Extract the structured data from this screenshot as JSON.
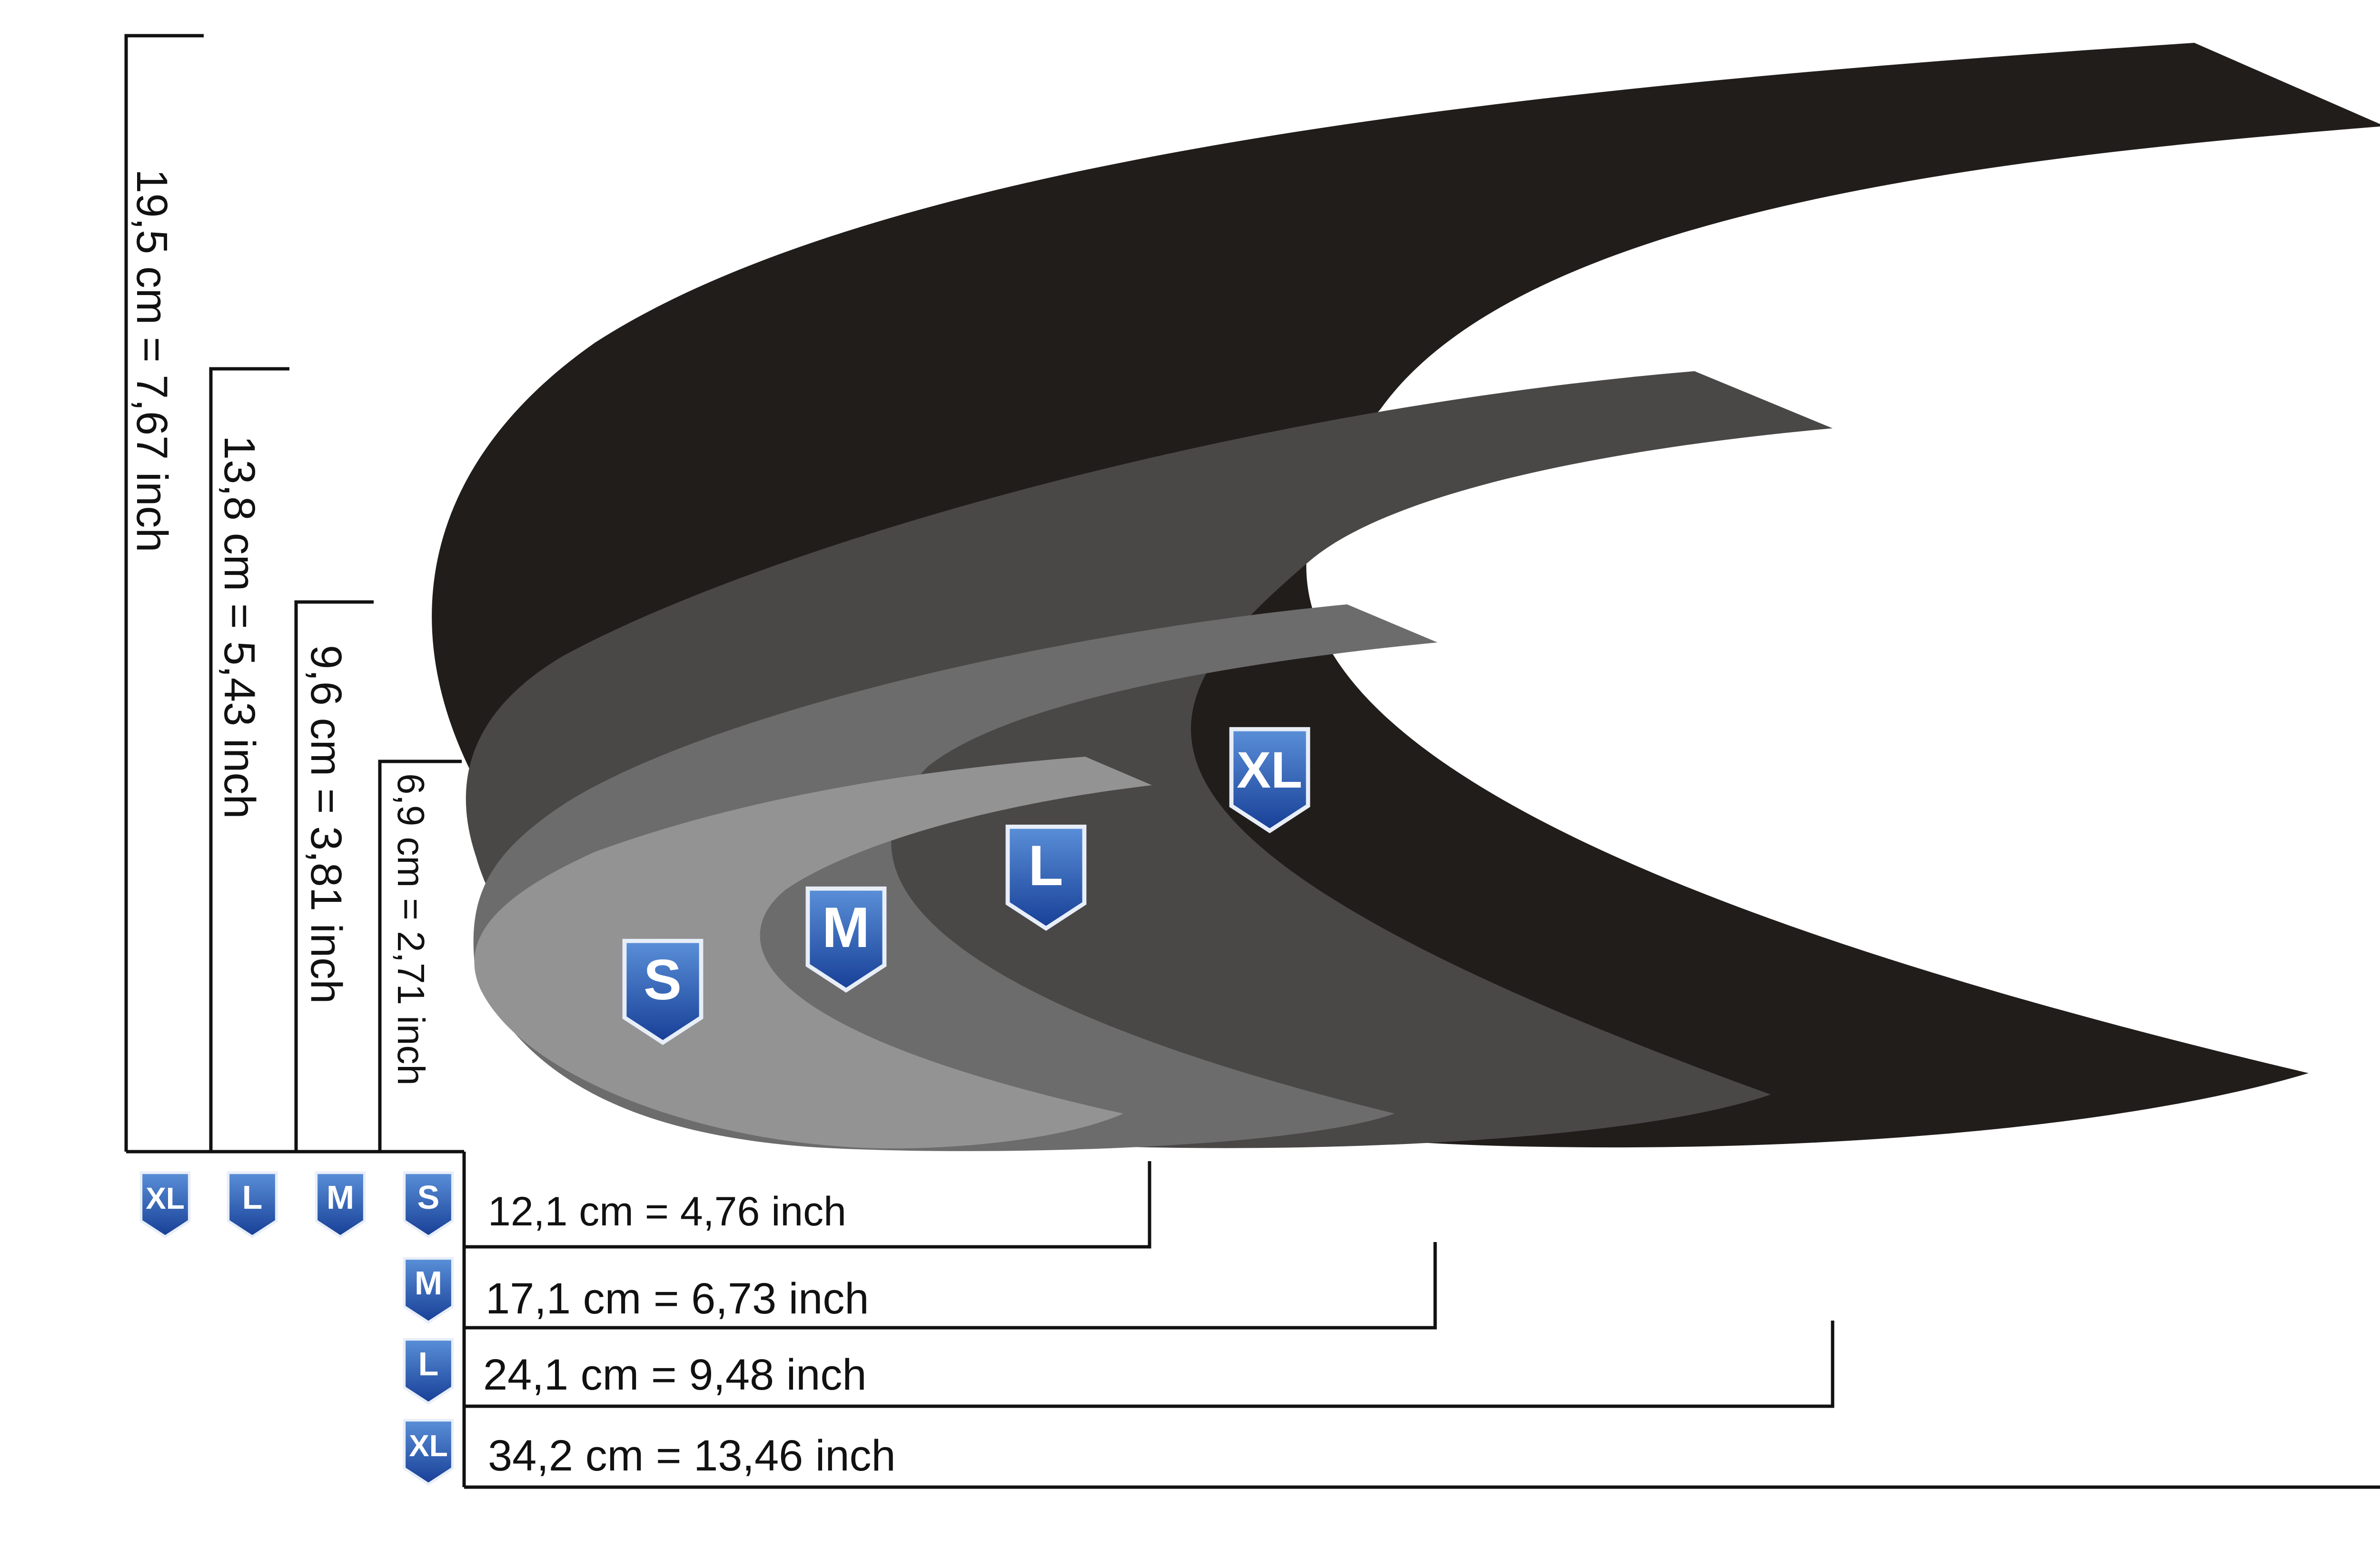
{
  "colors": {
    "xl": "#211d1b",
    "l": "#4a4747",
    "m": "#6d6c6c",
    "s": "#939393",
    "badge_top": "#5a8fd8",
    "badge_bottom": "#173f96",
    "badge_border": "#e8eef8",
    "line": "#111111",
    "background": "#ffffff"
  },
  "icon": "shield-badge",
  "sizes": [
    {
      "id": "xl",
      "label": "XL",
      "height": "19,5  cm = 7,67 inch",
      "length": "34,2 cm = 13,46 inch"
    },
    {
      "id": "l",
      "label": "L",
      "height": "13,8  cm = 5,43 inch",
      "length": "24,1 cm = 9,48 inch"
    },
    {
      "id": "m",
      "label": "M",
      "height": "9,6  cm = 3,81 inch",
      "length": "17,1 cm = 6,73 inch"
    },
    {
      "id": "s",
      "label": "S",
      "height": "6,9  cm = 2,71 inch",
      "length": "12,1 cm = 4,76  inch"
    }
  ]
}
